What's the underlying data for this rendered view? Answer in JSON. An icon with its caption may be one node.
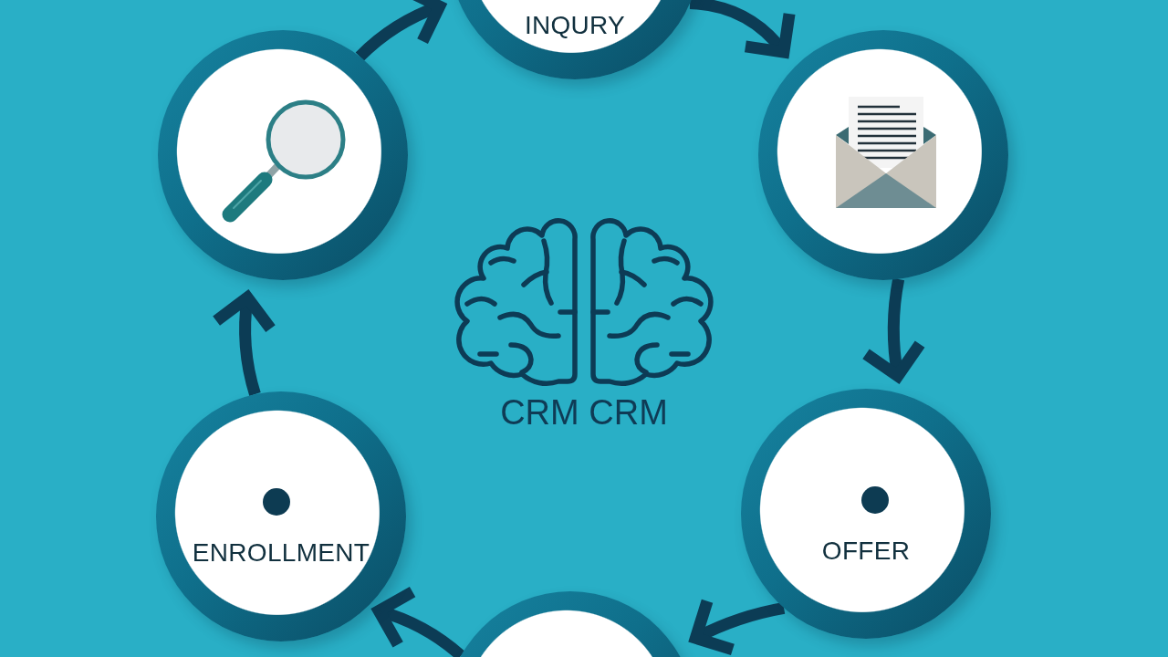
{
  "diagram": {
    "nodes": [
      {
        "text": [
          "INQURY"
        ]
      },
      {
        "text": [],
        "shape": "circle"
      },
      {
        "text": [],
        "shape": "circle"
      },
      {
        "text": [
          "ENROLLMENT"
        ]
      },
      {
        "text": [
          "OFFER"
        ]
      },
      {
        "text": [],
        "shape": "circle"
      }
    ],
    "edges": [
      {
        "from": 1,
        "to": 0,
        "arrow": "to"
      },
      {
        "from": 0,
        "to": 2,
        "arrow": "to"
      },
      {
        "from": 2,
        "to": 4,
        "arrow": "to"
      },
      {
        "from": 4,
        "to": 5,
        "arrow": "to"
      },
      {
        "from": 5,
        "to": 3,
        "arrow": "to"
      },
      {
        "from": 3,
        "to": 1,
        "arrow": "to"
      }
    ],
    "labels": [
      "CRM CRM"
    ]
  }
}
